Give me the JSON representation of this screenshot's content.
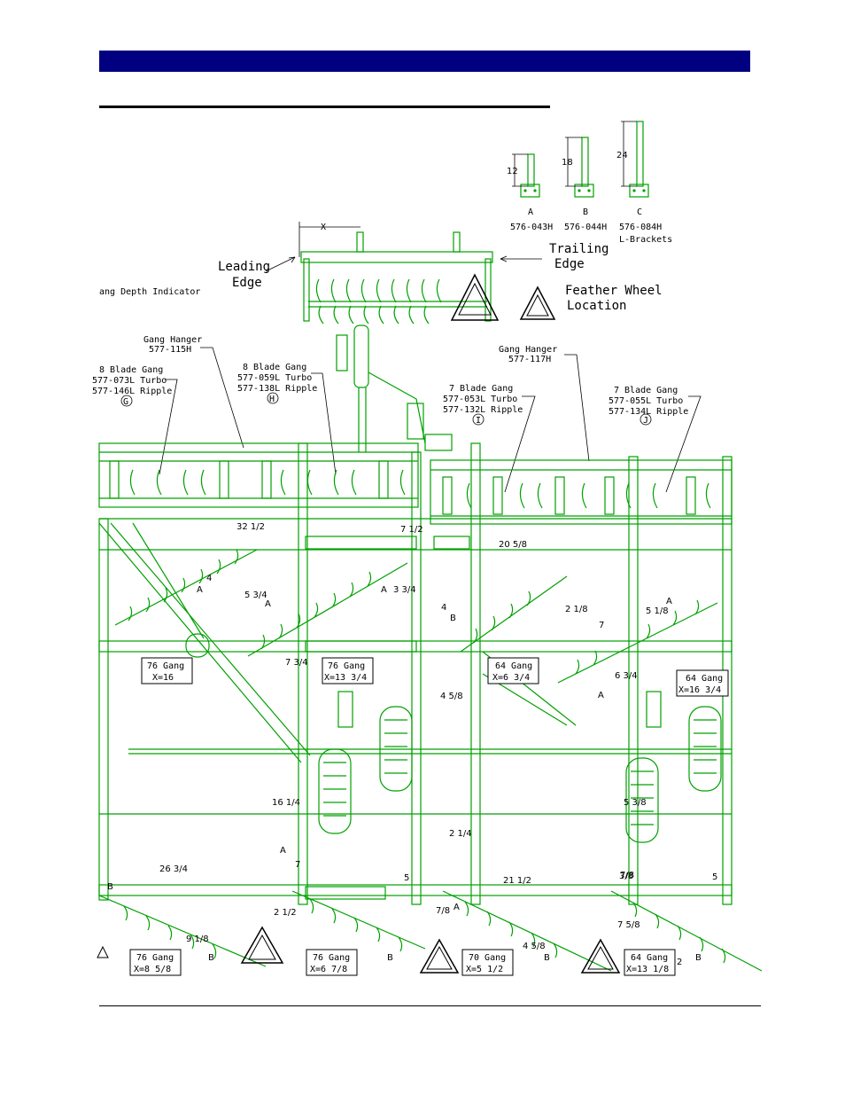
{
  "brackets": {
    "heights": [
      "12",
      "18",
      "24"
    ],
    "letters": [
      "A",
      "B",
      "C"
    ],
    "part_numbers": [
      "576-043H",
      "576-044H",
      "576-084H"
    ],
    "caption": "L-Brackets"
  },
  "detail": {
    "leading_edge": [
      "Leading",
      "Edge"
    ],
    "trailing_edge": [
      "Trailing",
      "Edge"
    ],
    "x_dim": "X",
    "feather_wheel": [
      "Feather Wheel",
      "Location"
    ]
  },
  "gang_depth_indicator": "ang Depth Indicator",
  "callouts": {
    "hanger_left": [
      "Gang Hanger",
      "577-115H"
    ],
    "hanger_right": [
      "Gang Hanger",
      "577-117H"
    ],
    "gang_g": [
      "8 Blade Gang",
      "577-073L Turbo",
      "577-146L Ripple",
      "G"
    ],
    "gang_h": [
      "8 Blade Gang",
      "577-059L Turbo",
      "577-138L Ripple",
      "H"
    ],
    "gang_i": [
      "7 Blade Gang",
      "577-053L Turbo",
      "577-132L Ripple",
      "I"
    ],
    "gang_j": [
      "7 Blade Gang",
      "577-055L Turbo",
      "577-134L Ripple",
      "J"
    ]
  },
  "gang_boxes": [
    {
      "title": "76 Gang",
      "x": "X=16"
    },
    {
      "title": "76 Gang",
      "x": "X=13 3/4"
    },
    {
      "title": "64 Gang",
      "x": "X=6 3/4"
    },
    {
      "title": "64 Gang",
      "x": "X=16 3/4"
    },
    {
      "title": "76 Gang",
      "x": "X=8 5/8"
    },
    {
      "title": "76 Gang",
      "x": "X=6 7/8"
    },
    {
      "title": "70 Gang",
      "x": "X=5 1/2"
    },
    {
      "title": "64 Gang",
      "x": "X=13 1/8"
    }
  ],
  "dimensions": [
    "32 1/2",
    "7 1/2",
    "20 5/8",
    "4",
    "5 3/4",
    "3 3/4",
    "4",
    "2 1/8",
    "7",
    "5 1/8",
    "7 3/4",
    "4 5/8",
    "6 3/4",
    "16 1/4",
    "5 3/8",
    "2 1/4",
    "26 3/4",
    "7",
    "5",
    "21 1/2",
    "3/8",
    "7/8",
    "5",
    "2 1/2",
    "9 1/8",
    "7/8",
    "4 5/8",
    "7 5/8",
    "2"
  ],
  "point_labels": [
    "A",
    "B"
  ],
  "colors": {
    "header": "#000080",
    "drawing": "#00a000",
    "ink": "#000000"
  }
}
